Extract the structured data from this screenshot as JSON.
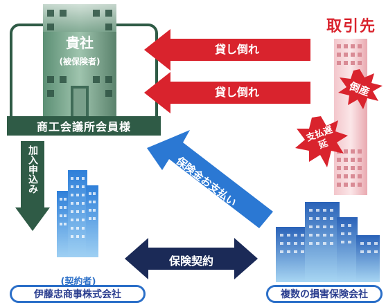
{
  "company": {
    "name": "貴社",
    "sub": "(被保険者)",
    "member_label": "商工会議所会員様"
  },
  "partner": {
    "name": "取引先",
    "badge_bankrupt": "倒産",
    "badge_delay": "支払遅延"
  },
  "arrows": {
    "bad_debt_1": "貸し倒れ",
    "bad_debt_2": "貸し倒れ",
    "enroll": "加入申込み",
    "payout": "保険金お支払い",
    "contract": "保険契約"
  },
  "contractor": {
    "role": "(契約者)",
    "name": "伊藤忠商事株式会社"
  },
  "insurers": {
    "name": "複数の損害保険会社"
  }
}
